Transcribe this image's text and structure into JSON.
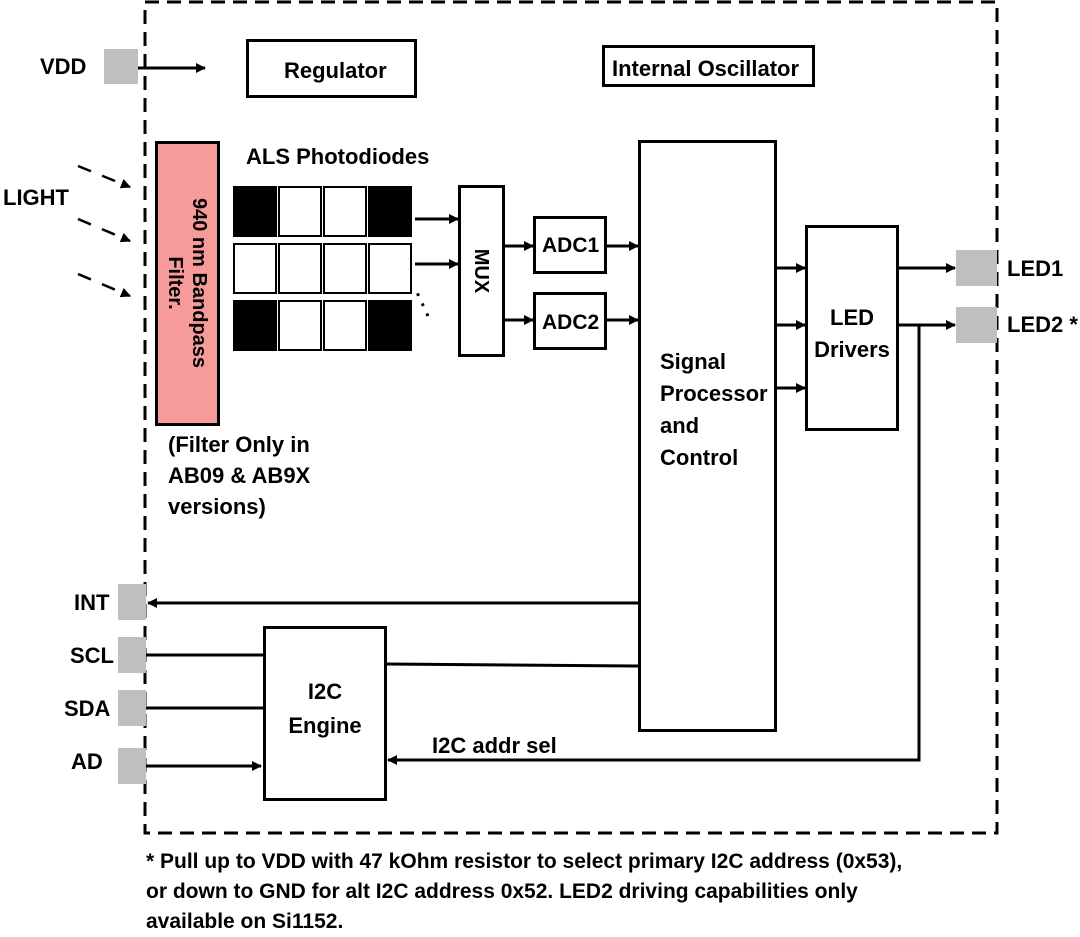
{
  "blocks": {
    "regulator": "Regulator",
    "oscillator": "Internal Oscillator",
    "filter_line1": "940 nm Bandpass",
    "filter_line2": "Filter.",
    "photodiodes": "ALS Photodiodes",
    "mux": "MUX",
    "adc1": "ADC1",
    "adc2": "ADC2",
    "processor_lines": [
      "Signal",
      "Processor",
      "and",
      "Control"
    ],
    "led_drivers_lines": [
      "LED",
      "Drivers"
    ],
    "i2c_lines": [
      "I2C",
      "Engine"
    ]
  },
  "pins": {
    "vdd": "VDD",
    "light": "LIGHT",
    "led1": "LED1",
    "led2": "LED2 *",
    "int": "INT",
    "scl": "SCL",
    "sda": "SDA",
    "ad": "AD"
  },
  "notes": {
    "filter_note_lines": [
      "(Filter Only in",
      "AB09  & AB9X",
      "versions)"
    ],
    "i2c_addr_sel": "I2C addr sel",
    "mux_dots": ".  .  .",
    "footnote_lines": [
      "*   Pull up to VDD with 47 kOhm resistor to select primary I2C address (0x53),",
      "or down to GND for alt I2C address 0x52. LED2 driving capabilities only",
      "available on Si1152."
    ]
  },
  "colors": {
    "filter_fill": "#f79a9a",
    "pad_fill": "#bfbfbf"
  }
}
